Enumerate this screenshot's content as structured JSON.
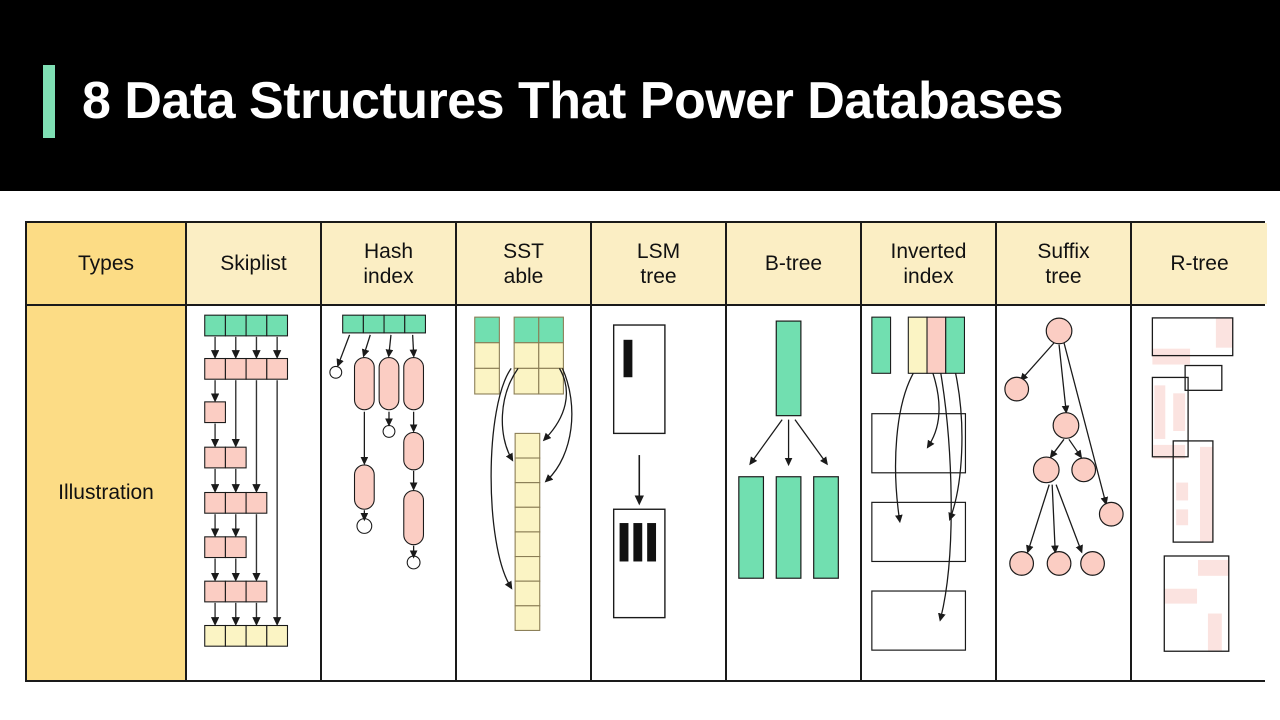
{
  "banner": {
    "title": "8 Data Structures That Power Databases",
    "accent_color": "#7fdfb4",
    "background_color": "#000000",
    "text_color": "#ffffff"
  },
  "palette": {
    "green": "#71dfb0",
    "pink": "#fbcdc3",
    "yellow": "#fbf4c4",
    "header_gold": "#fcdc85",
    "header_cream": "#fbeec4",
    "line": "#1a1a1a",
    "rtree_fill": "#fbe3e0"
  },
  "table": {
    "row_labels": {
      "header": "Types",
      "illustration": "Illustration"
    },
    "columns": [
      {
        "id": "skiplist",
        "label": "Skiplist",
        "label_lines": [
          "Skiplist"
        ]
      },
      {
        "id": "hash-index",
        "label": "Hash index",
        "label_lines": [
          "Hash",
          "index"
        ]
      },
      {
        "id": "sstable",
        "label": "SST able",
        "label_lines": [
          "SST",
          "able"
        ]
      },
      {
        "id": "lsm-tree",
        "label": "LSM tree",
        "label_lines": [
          "LSM",
          "tree"
        ]
      },
      {
        "id": "b-tree",
        "label": "B-tree",
        "label_lines": [
          "B-tree"
        ]
      },
      {
        "id": "inverted-index",
        "label": "Inverted index",
        "label_lines": [
          "Inverted",
          "index"
        ]
      },
      {
        "id": "suffix-tree",
        "label": "Suffix tree",
        "label_lines": [
          "Suffix",
          "tree"
        ]
      },
      {
        "id": "r-tree",
        "label": "R-tree",
        "label_lines": [
          "R-tree"
        ]
      }
    ]
  }
}
